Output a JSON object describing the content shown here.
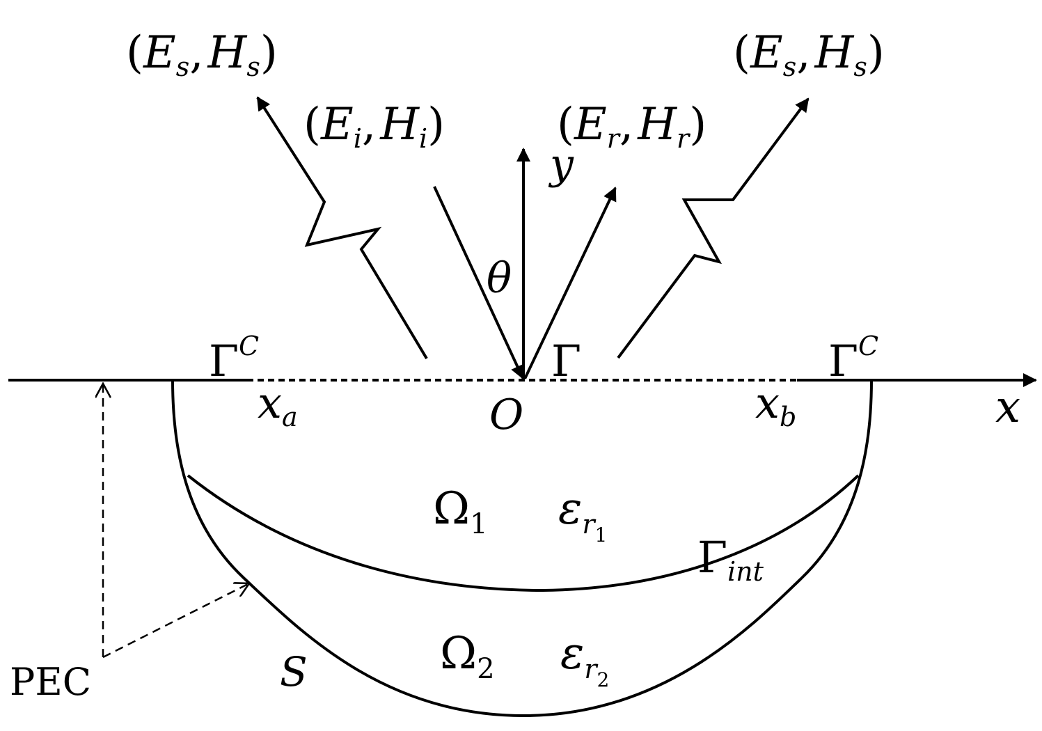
{
  "colors": {
    "ink": "#000000",
    "background": "#ffffff"
  },
  "labels": {
    "scattered_left": {
      "open": "(",
      "e": "E",
      "e_sub": "s",
      "comma": ",",
      "h": "H",
      "h_sub": "s",
      "close": ")"
    },
    "scattered_right": {
      "open": "(",
      "e": "E",
      "e_sub": "s",
      "comma": ",",
      "h": "H",
      "h_sub": "s",
      "close": ")"
    },
    "incident": {
      "open": "(",
      "e": "E",
      "e_sub": "i",
      "comma": ",",
      "h": "H",
      "h_sub": "i",
      "close": ")"
    },
    "reflected": {
      "open": "(",
      "e": "E",
      "e_sub": "r",
      "comma": ",",
      "h": "H",
      "h_sub": "r",
      "close": ")"
    },
    "y_axis": "y",
    "x_axis": "x",
    "theta": "θ",
    "origin": "O",
    "gamma_aperture": "Γ",
    "gamma_c_left": {
      "base": "Γ",
      "sup": "C"
    },
    "gamma_c_right": {
      "base": "Γ",
      "sup": "C"
    },
    "x_a": {
      "base": "x",
      "sub": "a"
    },
    "x_b": {
      "base": "x",
      "sub": "b"
    },
    "omega_1": {
      "base": "Ω",
      "sub": "1"
    },
    "omega_2": {
      "base": "Ω",
      "sub": "2"
    },
    "eps_1": {
      "base": "ε",
      "sub": "r",
      "subsub": "1"
    },
    "eps_2": {
      "base": "ε",
      "sub": "r",
      "subsub": "2"
    },
    "gamma_int": {
      "base": "Γ",
      "sub": "int"
    },
    "s_boundary": "S",
    "pec": "PEC"
  }
}
